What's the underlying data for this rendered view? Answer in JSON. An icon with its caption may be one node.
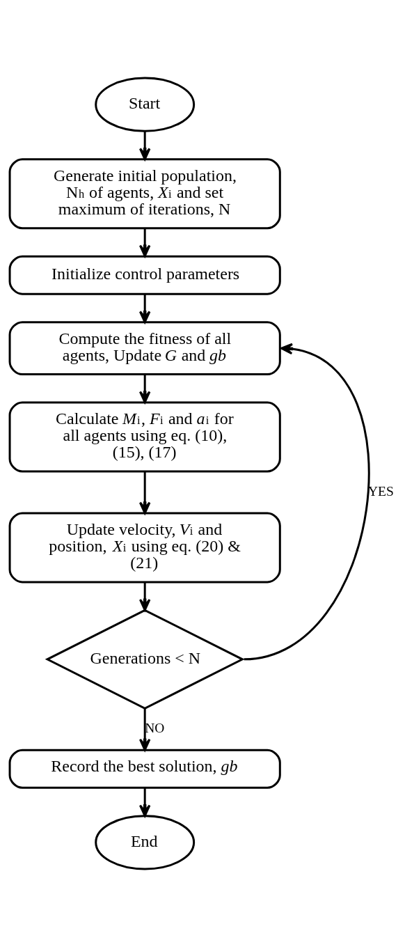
{
  "diagram": {
    "nodes": [
      {
        "text": [
          "Start"
        ]
      },
      {
        "text": [
          "Generate initial population, N$_{h}$ of agents, *X*$_{i}$ and set maximum of iterations, N"
        ]
      },
      {
        "text": [
          "Initialize control parameters"
        ]
      },
      {
        "text": [
          "Compute the fitness of all agents, Update *G* and *gb*"
        ]
      },
      {
        "text": [
          "Calculate *M*$_{i}$, *F*$_{i}$ and *a*$_{i}$ for all agents using eq. (10), (15), (17)"
        ]
      },
      {
        "text": [
          "Update velocity, *V*$_{i}$ and position, *X*$_{i}$ using eq. (20) & (21)"
        ]
      },
      {
        "text": [
          "Generations < N"
        ]
      },
      {
        "text": [
          "Record the best solution, *gb*"
        ]
      },
      {
        "text": [
          "End"
        ]
      }
    ],
    "edges": [
      {
        "from": 0,
        "to": 1,
        "arrow": "to"
      },
      {
        "from": 1,
        "to": 2,
        "arrow": "to"
      },
      {
        "from": 2,
        "to": 3,
        "arrow": "to"
      },
      {
        "from": 3,
        "to": 4,
        "arrow": "to"
      },
      {
        "from": 4,
        "to": 5,
        "arrow": "to"
      },
      {
        "from": 5,
        "to": 6,
        "arrow": "to"
      },
      {
        "from": 6,
        "to": 3,
        "arrow": "to",
        "label": "YES"
      },
      {
        "from": 6,
        "to": 7,
        "arrow": "to",
        "label": "NO"
      },
      {
        "from": 7,
        "to": 8,
        "arrow": "to"
      }
    ]
  }
}
